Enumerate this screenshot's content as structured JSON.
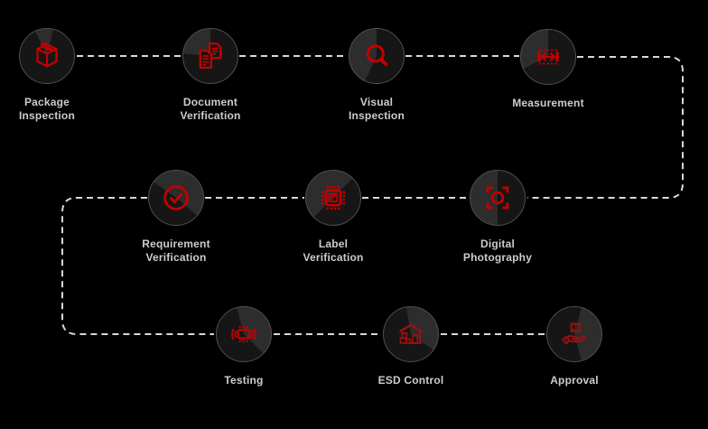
{
  "diagram": {
    "type": "process-flow",
    "steps": [
      {
        "label": "Package Inspection",
        "lines": [
          "Package",
          "Inspection"
        ],
        "icon": "package-icon",
        "icon_color": "#c40000"
      },
      {
        "label": "Document Verification",
        "lines": [
          "Document",
          "Verification"
        ],
        "icon": "documents-icon",
        "icon_color": "#c40000"
      },
      {
        "label": "Visual Inspection",
        "lines": [
          "Visual",
          "Inspection"
        ],
        "icon": "magnifier-icon",
        "icon_color": "#c40000"
      },
      {
        "label": "Measurement",
        "lines": [
          "Measurement"
        ],
        "icon": "measure-arrow-icon",
        "icon_color": "#c40000"
      },
      {
        "label": "Requirement Verification",
        "lines": [
          "Requirement",
          "Verification"
        ],
        "icon": "check-circle-icon",
        "icon_color": "#c40000"
      },
      {
        "label": "Label Verification",
        "lines": [
          "Label",
          "Verification"
        ],
        "icon": "chip-label-icon",
        "icon_color": "#c40000"
      },
      {
        "label": "Digital Photography",
        "lines": [
          "Digital",
          "Photography"
        ],
        "icon": "camera-focus-icon",
        "icon_color": "#c40000"
      },
      {
        "label": "Testing",
        "lines": [
          "Testing"
        ],
        "icon": "vibration-test-icon",
        "icon_color": "#c40000"
      },
      {
        "label": "ESD Control",
        "lines": [
          "ESD Control"
        ],
        "icon": "warehouse-icon",
        "icon_color": "#9a1010"
      },
      {
        "label": "Approval",
        "lines": [
          "Approval"
        ],
        "icon": "hand-box-icon",
        "icon_color": "#9a1010"
      }
    ],
    "flow_order": [
      "Package Inspection",
      "Document Verification",
      "Visual Inspection",
      "Measurement",
      "Digital Photography",
      "Label Verification",
      "Requirement Verification",
      "Testing",
      "ESD Control",
      "Approval"
    ],
    "colors": {
      "background": "#000000",
      "connector": "#d9d9d9",
      "label_text": "#cccccc",
      "circle_border": "#4f4f4f",
      "circle_dark": "#161616",
      "circle_light": "#2d2d2d"
    }
  }
}
